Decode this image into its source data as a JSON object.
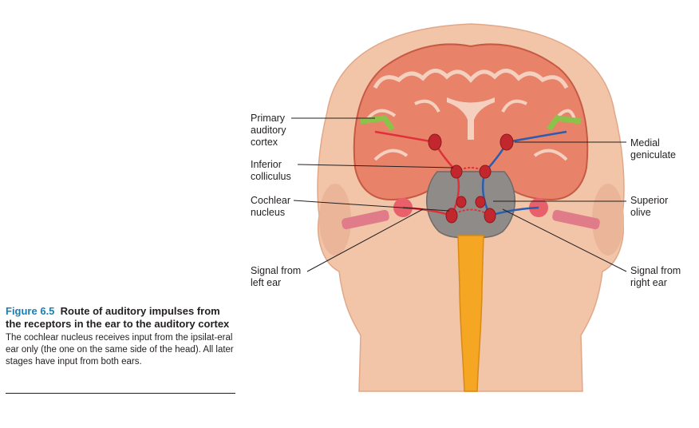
{
  "labels": {
    "primary_auditory_cortex": "Primary\nauditory\ncortex",
    "inferior_colliculus": "Inferior\ncolliculus",
    "cochlear_nucleus": "Cochlear\nnucleus",
    "signal_left": "Signal from\nleft ear",
    "medial_geniculate": "Medial\ngeniculate",
    "superior_olive": "Superior\nolive",
    "signal_right": "Signal from\nright ear"
  },
  "caption": {
    "number": "Figure 6.5",
    "title": "Route of auditory impulses from the receptors in the ear to the auditory cortex",
    "body": "The cochlear nucleus receives input from the ipsilat-eral ear only (the one on the same side of the head). All later stages have input from both ears."
  },
  "colors": {
    "skin": "#f2c4a8",
    "brain": "#e8836a",
    "brainstem": "#8f8b88",
    "spinal_cord": "#f5a623",
    "nucleus": "#c1272d",
    "left_pathway": "#e0303a",
    "right_pathway": "#2a5db0",
    "caption_accent": "#1a7fb5"
  },
  "icons": [
    "head-illustration",
    "brain-illustration",
    "cochlea-illustration"
  ]
}
